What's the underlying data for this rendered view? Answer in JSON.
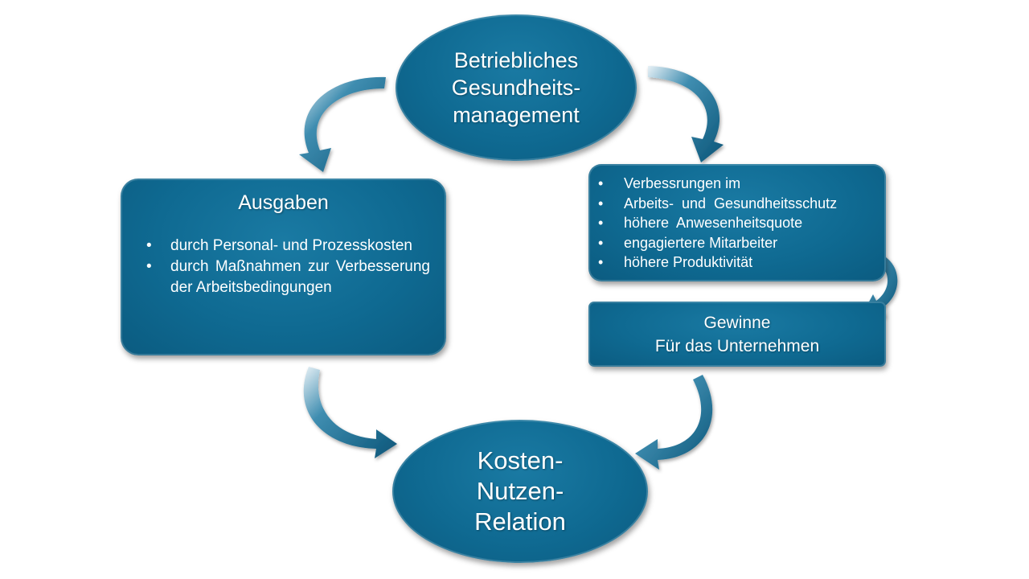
{
  "nodes": {
    "top_ellipse": "Betriebliches\nGesundheits-\nmanagement",
    "bottom_ellipse": "Kosten-\nNutzen-\nRelation",
    "left_box": {
      "title": "Ausgaben",
      "bullets": [
        "durch Personal- und Prozesskosten",
        "durch Maßnahmen zur Verbesserung der Arbeitsbedingungen"
      ]
    },
    "right_box": {
      "bullets": [
        "Verbessrungen im",
        "Arbeits-  und  Gesundheitsschutz",
        "höhere  Anwesenheitsquote",
        "engagiertere Mitarbeiter",
        "höhere Produktivität"
      ]
    },
    "gains_box": "Gewinne\nFür das Unternehmen"
  },
  "colors": {
    "node_fill": "#0f6a92",
    "node_fill_dark": "#0b5b80",
    "arrow_fill": "#0d5f86",
    "text": "#ffffff"
  },
  "bullet_glyph": "•"
}
